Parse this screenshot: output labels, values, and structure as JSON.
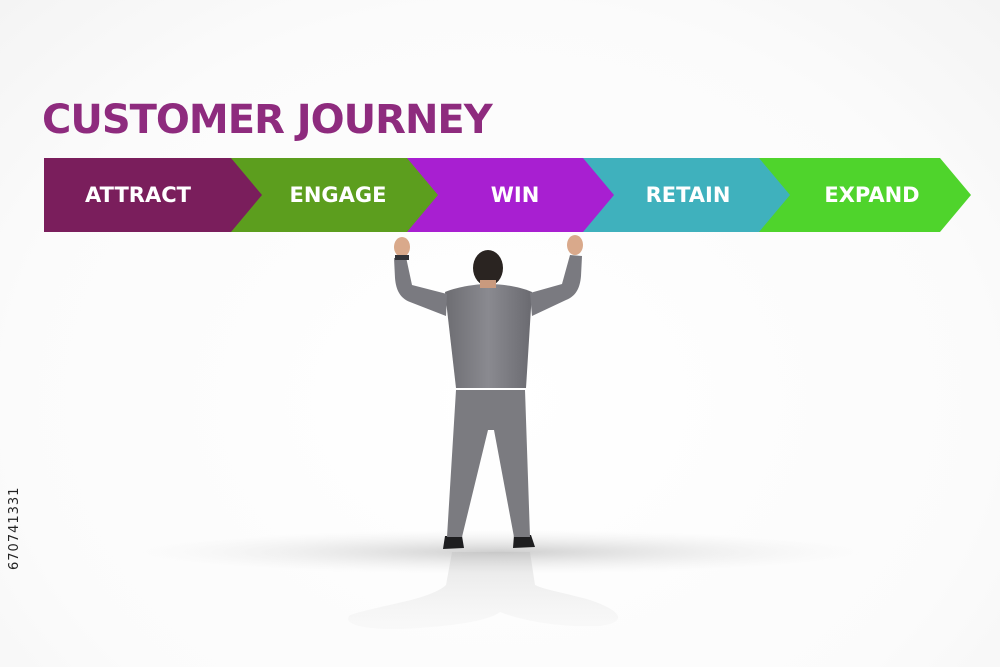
{
  "title": "CUSTOMER JOURNEY",
  "colors": {
    "title": "#8e2b7e",
    "background": "#ffffff"
  },
  "steps": [
    {
      "label": "ATTRACT",
      "color": "#7a1e5c"
    },
    {
      "label": "ENGAGE",
      "color": "#5c9e1e"
    },
    {
      "label": "WIN",
      "color": "#a81fd1"
    },
    {
      "label": "RETAIN",
      "color": "#3fb1bd"
    },
    {
      "label": "EXPAND",
      "color": "#4fd42c"
    }
  ],
  "side_id": "670741331"
}
